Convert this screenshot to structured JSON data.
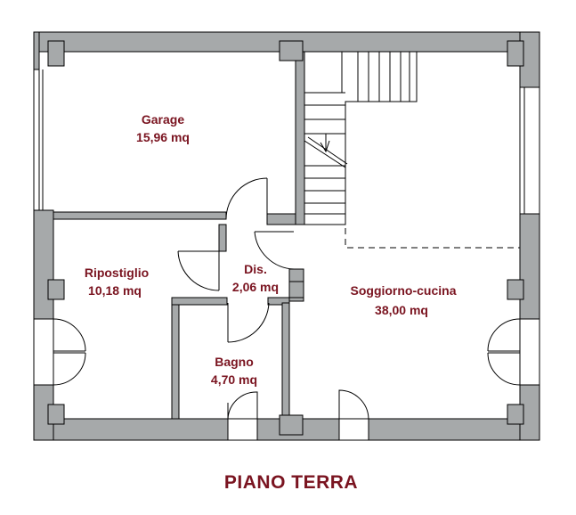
{
  "rooms": [
    {
      "id": "garage",
      "name": "Garage",
      "area": "15,96 mq"
    },
    {
      "id": "ripostiglio",
      "name": "Ripostiglio",
      "area": "10,18 mq"
    },
    {
      "id": "disimpegno",
      "name": "Dis.",
      "area": "2,06 mq"
    },
    {
      "id": "bagno",
      "name": "Bagno",
      "area": "4,70 mq"
    },
    {
      "id": "soggiorno",
      "name": "Soggiorno-cucina",
      "area": "38,00 mq"
    }
  ],
  "title": "PIANO TERRA",
  "colors": {
    "wall_fill": "#a6a9aa",
    "label_color": "#7a1420",
    "line_color": "#000000"
  }
}
